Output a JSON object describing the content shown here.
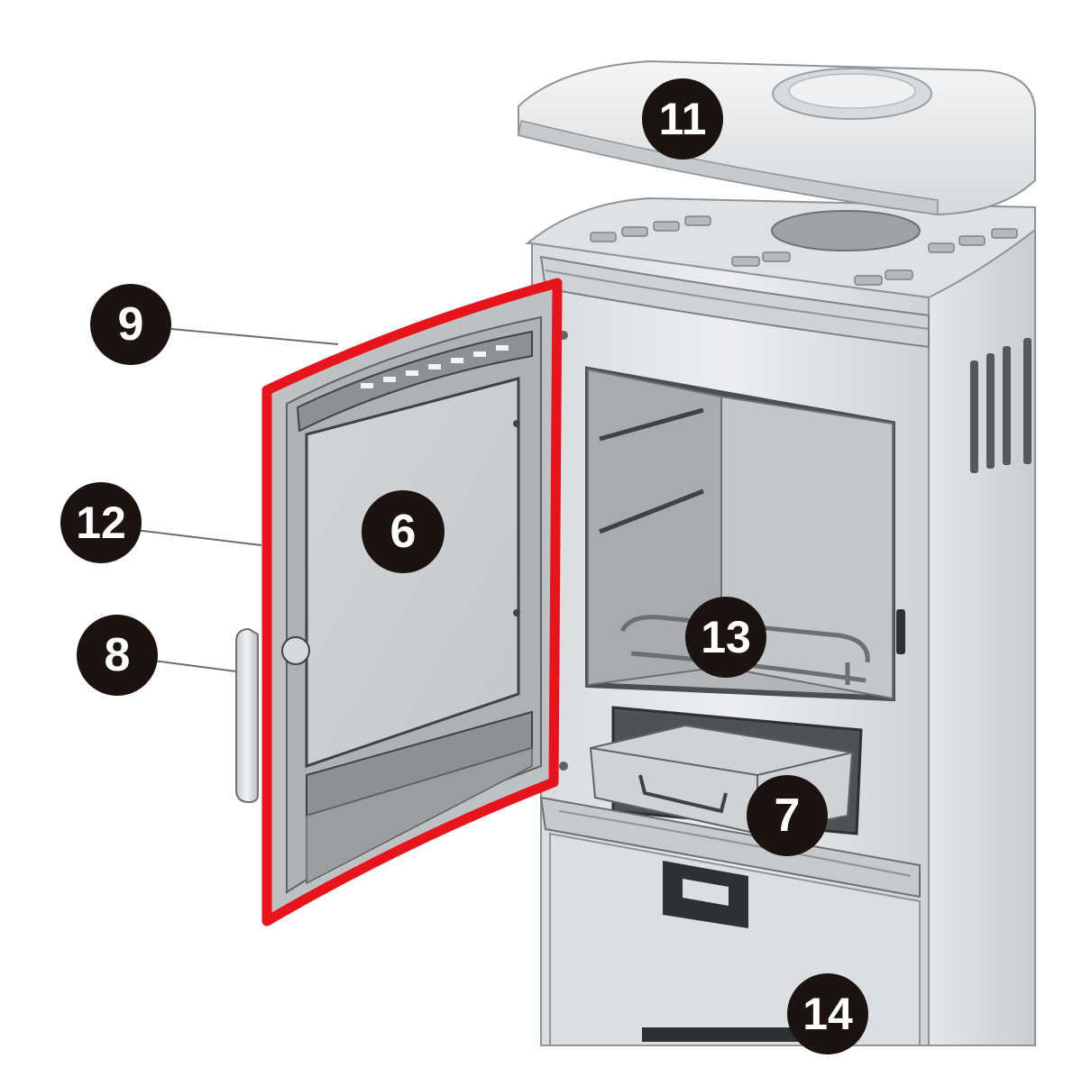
{
  "diagram": {
    "highlight_color": "#e8141c",
    "badge_fill": "#1c1210",
    "badge_text_color": "#ffffff",
    "stove_color": "#e4e6e8",
    "parts": [
      {
        "id": "part-11",
        "label": "11"
      },
      {
        "id": "part-9",
        "label": "9"
      },
      {
        "id": "part-12",
        "label": "12"
      },
      {
        "id": "part-8",
        "label": "8"
      },
      {
        "id": "part-6",
        "label": "6"
      },
      {
        "id": "part-13",
        "label": "13"
      },
      {
        "id": "part-7",
        "label": "7"
      },
      {
        "id": "part-14",
        "label": "14"
      }
    ],
    "highlighted_part": "6"
  }
}
